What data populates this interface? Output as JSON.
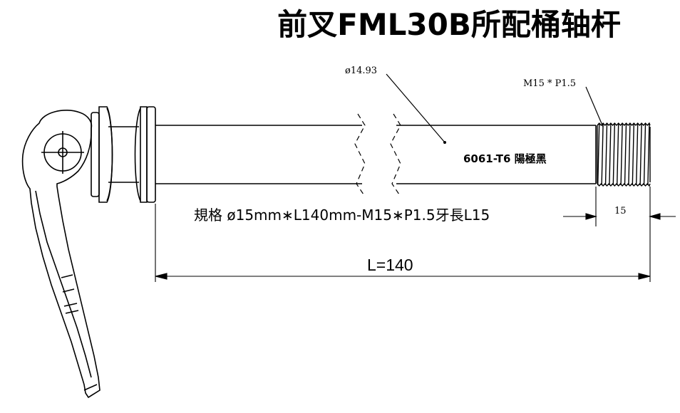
{
  "title": "前叉FML30B所配桶轴杆",
  "annotations": {
    "diameter": "ø14.93",
    "thread": "M15 * P1.5",
    "material": "6061-T6 陽極黑",
    "spec": "規格 ø15mm∗L140mm-M15∗P1.5牙長L15",
    "length": "L=140",
    "thread_length": "15"
  },
  "colors": {
    "line": "#000000",
    "background": "#ffffff"
  }
}
